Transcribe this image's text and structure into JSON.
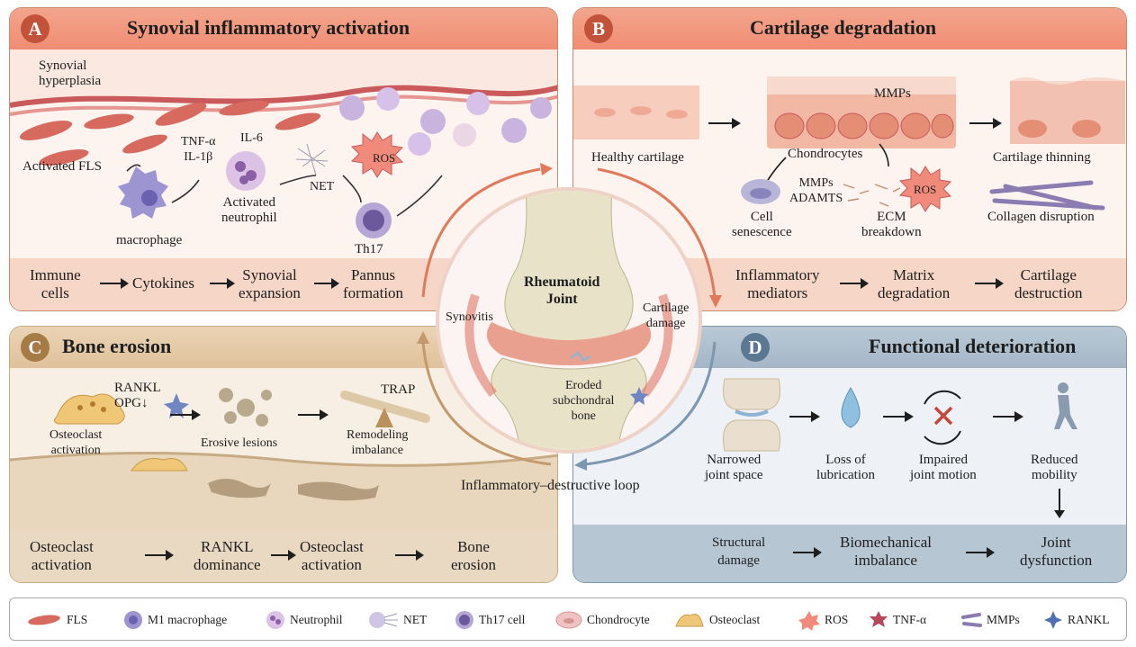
{
  "panel_a": {
    "badge": "A",
    "title": "Synovial inflammatory activation",
    "labels": {
      "synovial_hyperplasia": "Synovial\nhyperplasia",
      "activated_fls": "Activated FLS",
      "macrophage": "macrophage",
      "tnf_il1b": "TNF-α\nIL-1β",
      "il6": "IL-6",
      "activated_neutrophil": "Activated\nneutrophil",
      "net": "NET",
      "ros": "ROS",
      "th17": "Th17"
    },
    "flow": [
      "Immune\ncells",
      "Cytokines",
      "Synovial\nexpansion",
      "Pannus\nformation"
    ]
  },
  "panel_b": {
    "badge": "B",
    "title": "Cartilage degradation",
    "labels": {
      "healthy_cartilage": "Healthy cartilage",
      "mmps": "MMPs",
      "chondrocytes": "Chondrocytes",
      "mmps_adamts": "MMPs\nADAMTS",
      "ros": "ROS",
      "cell_senescence": "Cell\nsenescence",
      "ecm_breakdown": "ECM\nbreakdown",
      "cartilage_thinning": "Cartilage thinning",
      "collagen_disruption": "Collagen disruption"
    },
    "flow": [
      "Inflammatory\nmediators",
      "Matrix\ndegradation",
      "Cartilage\ndestruction"
    ]
  },
  "panel_c": {
    "badge": "C",
    "title": "Bone erosion",
    "labels": {
      "rankl_opg": "RANKL\nOPG↓",
      "osteoclast_activation": "Osteoclast\nactivation",
      "erosive_lesions": "Erosive lesions",
      "trap": "TRAP",
      "remodeling_imbalance": "Remodeling\nimbalance"
    },
    "flow": [
      "Osteoclast\nactivation",
      "RANKL\ndominance",
      "Osteoclast\nactivation",
      "Bone\nerosion"
    ]
  },
  "panel_d": {
    "badge": "D",
    "title": "Functional deterioration",
    "labels": {
      "narrowed_joint_space": "Narrowed\njoint space",
      "loss_of_lubrication": "Loss of\nlubrication",
      "impaired_joint_motion": "Impaired\njoint motion",
      "reduced_mobility": "Reduced\nmobility"
    },
    "flow": [
      "Structural\ndamage",
      "Biomechanical\nimbalance",
      "Joint\ndysfunction"
    ]
  },
  "center": {
    "title": "Rheumatoid\nJoint",
    "synovitis": "Synovitis",
    "cartilage_damage": "Cartilage\ndamage",
    "eroded_bone": "Eroded\nsubchondral\nbone",
    "loop": "Inflammatory–destructive loop"
  },
  "legend": [
    {
      "icon": "fls-icon",
      "label": "FLS"
    },
    {
      "icon": "macrophage-icon",
      "label": "M1 macrophage"
    },
    {
      "icon": "neutrophil-icon",
      "label": "Neutrophil"
    },
    {
      "icon": "net-icon",
      "label": "NET"
    },
    {
      "icon": "th17-icon",
      "label": "Th17 cell"
    },
    {
      "icon": "chondrocyte-icon",
      "label": "Chondrocyte"
    },
    {
      "icon": "osteoclast-icon",
      "label": "Osteoclast"
    },
    {
      "icon": "ros-icon",
      "label": "ROS"
    },
    {
      "icon": "tnf-icon",
      "label": "TNF-α"
    },
    {
      "icon": "mmps-icon",
      "label": "MMPs"
    },
    {
      "icon": "rankl-icon",
      "label": "RANKL"
    }
  ],
  "colors": {
    "panel_a_header": "#f08d74",
    "panel_b_header": "#f08d74",
    "panel_c_header": "#dfc29b",
    "panel_d_header": "#a4b6c6",
    "badge_a": "#c2523a",
    "badge_b": "#c2523a",
    "badge_c": "#a77b46",
    "badge_d": "#5b7892",
    "loop_orange": "#e07a5a",
    "loop_blue": "#7d97b0",
    "loop_tan": "#c49a6c"
  }
}
